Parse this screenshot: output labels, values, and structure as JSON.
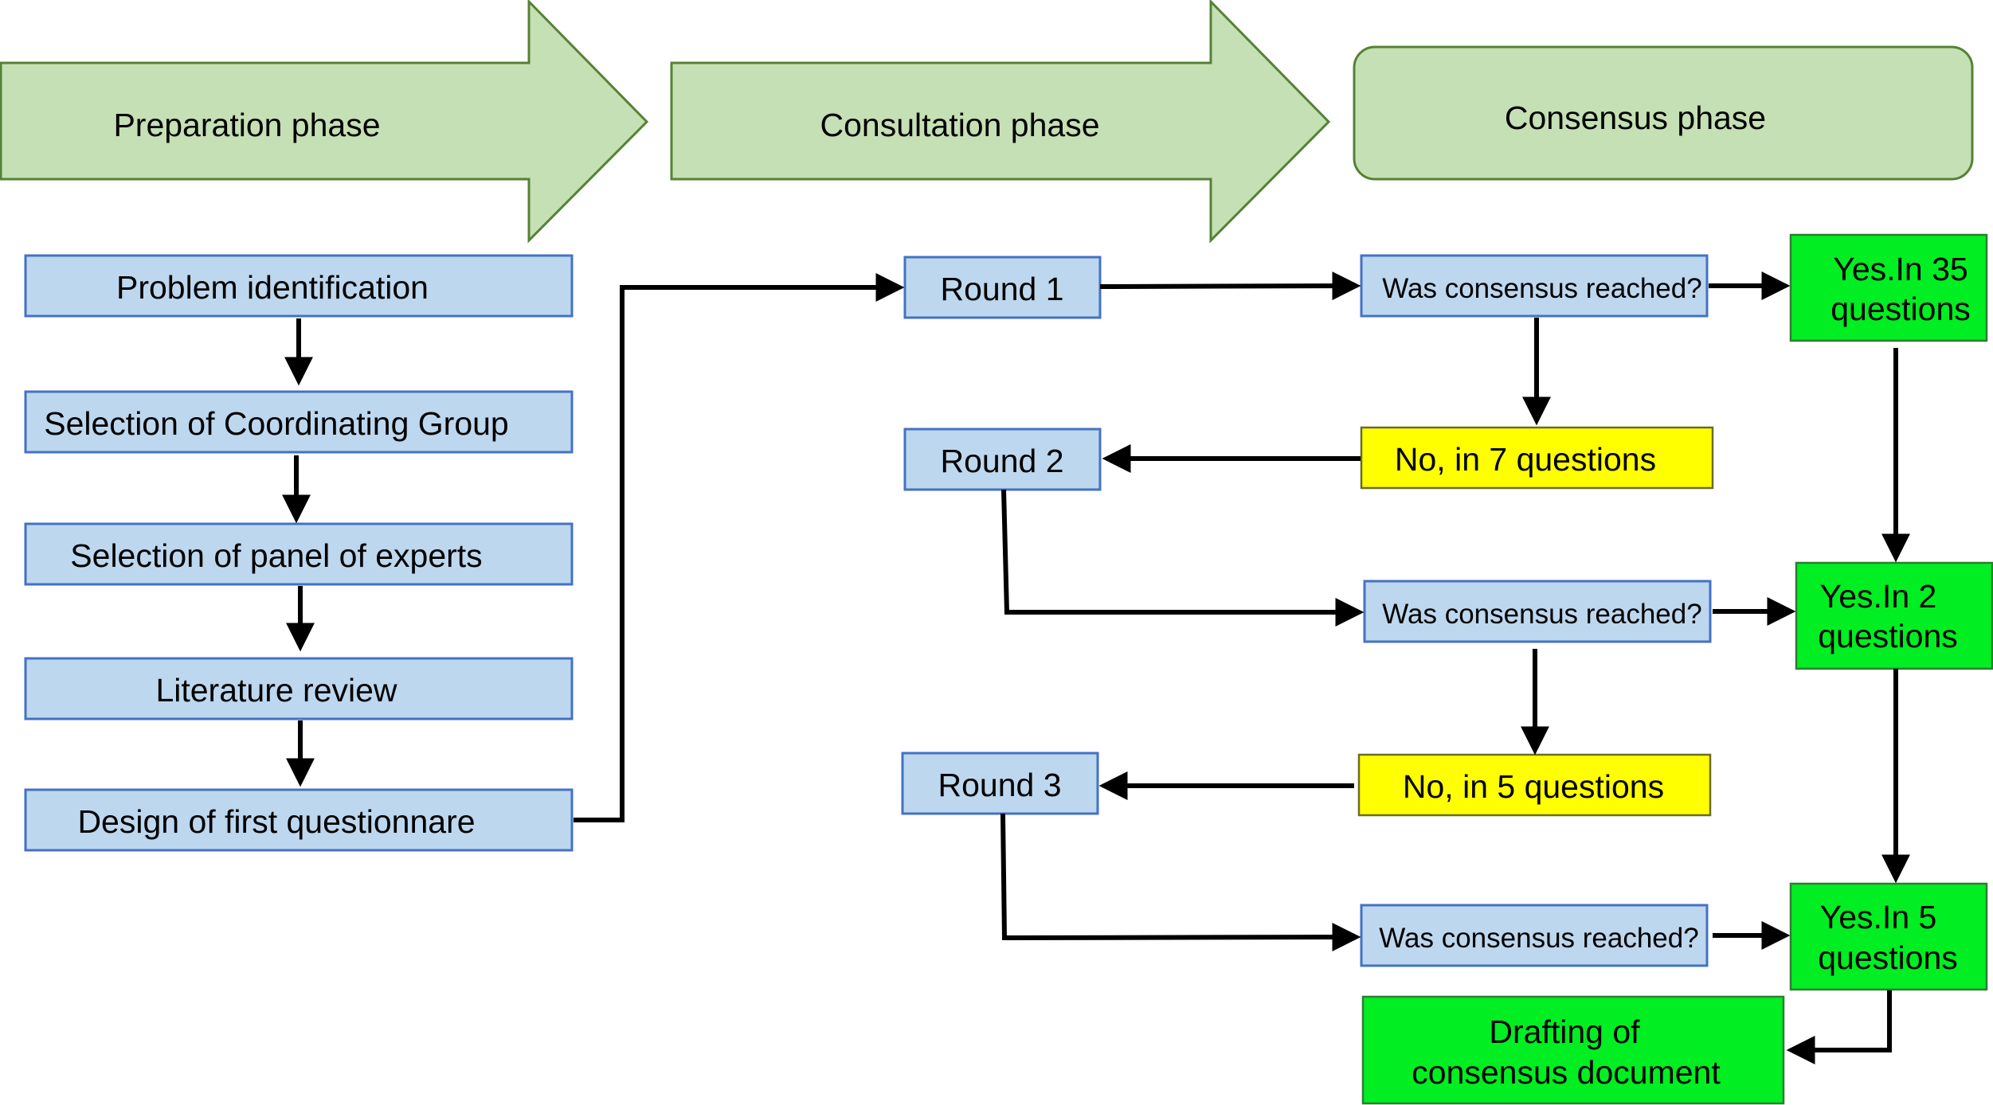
{
  "phases": {
    "preparation": "Preparation phase",
    "consultation": "Consultation phase",
    "consensus": "Consensus phase"
  },
  "preparation_steps": {
    "problem": "Problem identification",
    "coordinating": "Selection of Coordinating Group",
    "panel": "Selection of panel of experts",
    "literature": "Literature review",
    "design": "Design of first questionnare"
  },
  "rounds": {
    "r1": "Round 1",
    "r2": "Round 2",
    "r3": "Round 3"
  },
  "questions": {
    "q1": "Was consensus reached?",
    "q2": "Was consensus reached?",
    "q3": "Was consensus reached?"
  },
  "no_results": {
    "no1": "No, in 7 questions",
    "no2": "No, in 5 questions"
  },
  "yes_results": {
    "yes1": [
      "Yes.In 35",
      "questions"
    ],
    "yes2": [
      "Yes.In 2",
      "questions"
    ],
    "yes3": [
      "Yes.In 5",
      "questions"
    ]
  },
  "final": {
    "drafting": [
      "Drafting of",
      "consensus document"
    ]
  },
  "colors": {
    "phase_fill": "#c5e0b4",
    "box_fill": "#bdd7ee",
    "yes_fill": "#00ee22",
    "no_fill": "#ffff00"
  }
}
